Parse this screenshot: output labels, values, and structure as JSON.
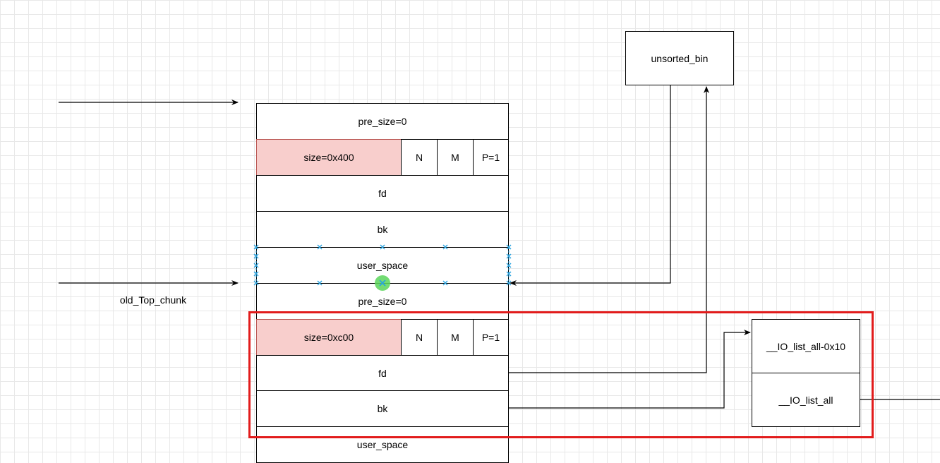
{
  "colors": {
    "size_fill": "#f8cecc",
    "highlight": "#e21c1c",
    "selection": "#29a3e0",
    "grid": "#e8e8e8"
  },
  "chunk1": {
    "pre_size": "pre_size=0",
    "size": "size=0x400",
    "n": "N",
    "m": "M",
    "p": "P=1",
    "fd": "fd",
    "bk": "bk",
    "user_space": "user_space"
  },
  "chunk2": {
    "pre_size": "pre_size=0",
    "size": "size=0xc00",
    "n": "N",
    "m": "M",
    "p": "P=1",
    "fd": "fd",
    "bk": "bk",
    "user_space": "user_space"
  },
  "labels": {
    "old_top": "old_Top_chunk",
    "unsorted_bin": "unsorted_bin",
    "io_minus": "__IO_list_all-0x10",
    "io_all": "__IO_list_all"
  }
}
